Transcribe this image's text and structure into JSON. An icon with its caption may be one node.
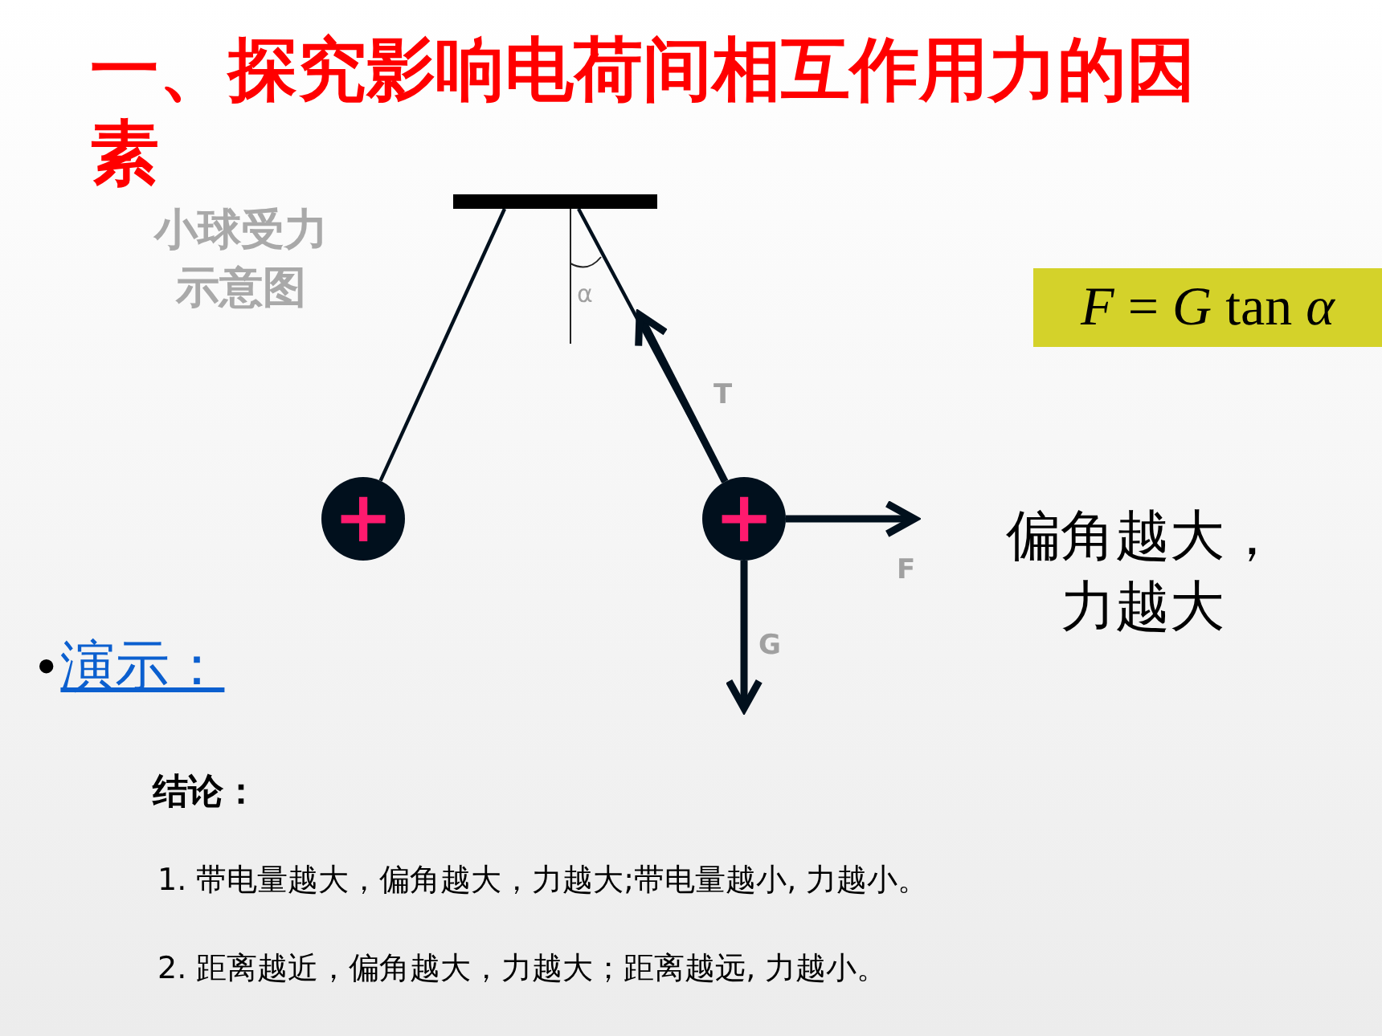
{
  "diagram": {
    "title": "一、探究影响电荷间相互作用力的因素",
    "nodes": [
      {
        "text": [],
        "shape": "bar"
      },
      {
        "text": [
          "+"
        ]
      },
      {
        "text": [
          "+"
        ]
      }
    ],
    "edges": [
      {
        "from": 0,
        "to": 1,
        "arrow": "none"
      },
      {
        "from": 0,
        "to": 2,
        "arrow": "none"
      },
      {
        "from": 2,
        "to": null,
        "arrow": "to",
        "label": "T"
      },
      {
        "from": 2,
        "to": null,
        "arrow": "to",
        "label": "F"
      },
      {
        "from": 2,
        "to": null,
        "arrow": "to",
        "label": "G"
      }
    ],
    "labels": [
      "小球受力示意图",
      "α",
      "*F* = *G* tan *α*",
      "偏角越大，力越大",
      "•",
      "演示：",
      "结论：",
      "1. 带电量越大，偏角越大，力越大;带电量越小, 力越小。",
      "2. 距离越近，偏角越大，力越大；距离越远, 力越小。"
    ]
  }
}
